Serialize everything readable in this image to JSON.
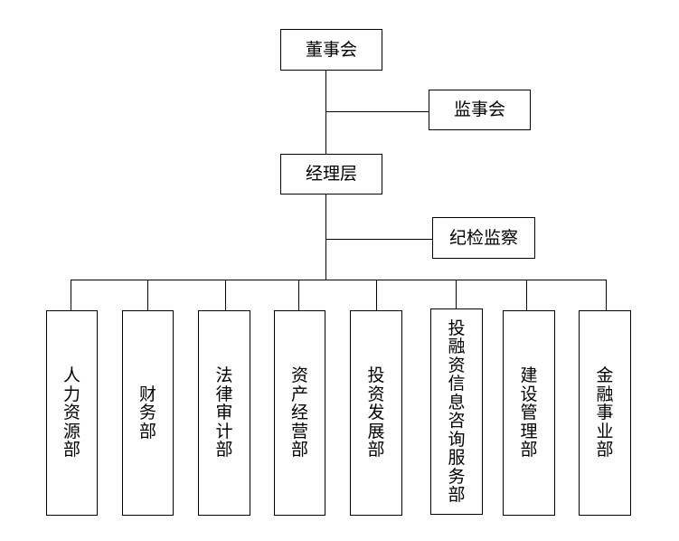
{
  "org": {
    "board": "董事会",
    "supervisors": "监事会",
    "management": "经理层",
    "discipline": "纪检监察",
    "departments": [
      "人力资源部",
      "财务部",
      "法律审计部",
      "资产经营部",
      "投资发展部",
      "投融资信息咨询服务部",
      "建设管理部",
      "金融事业部"
    ]
  }
}
